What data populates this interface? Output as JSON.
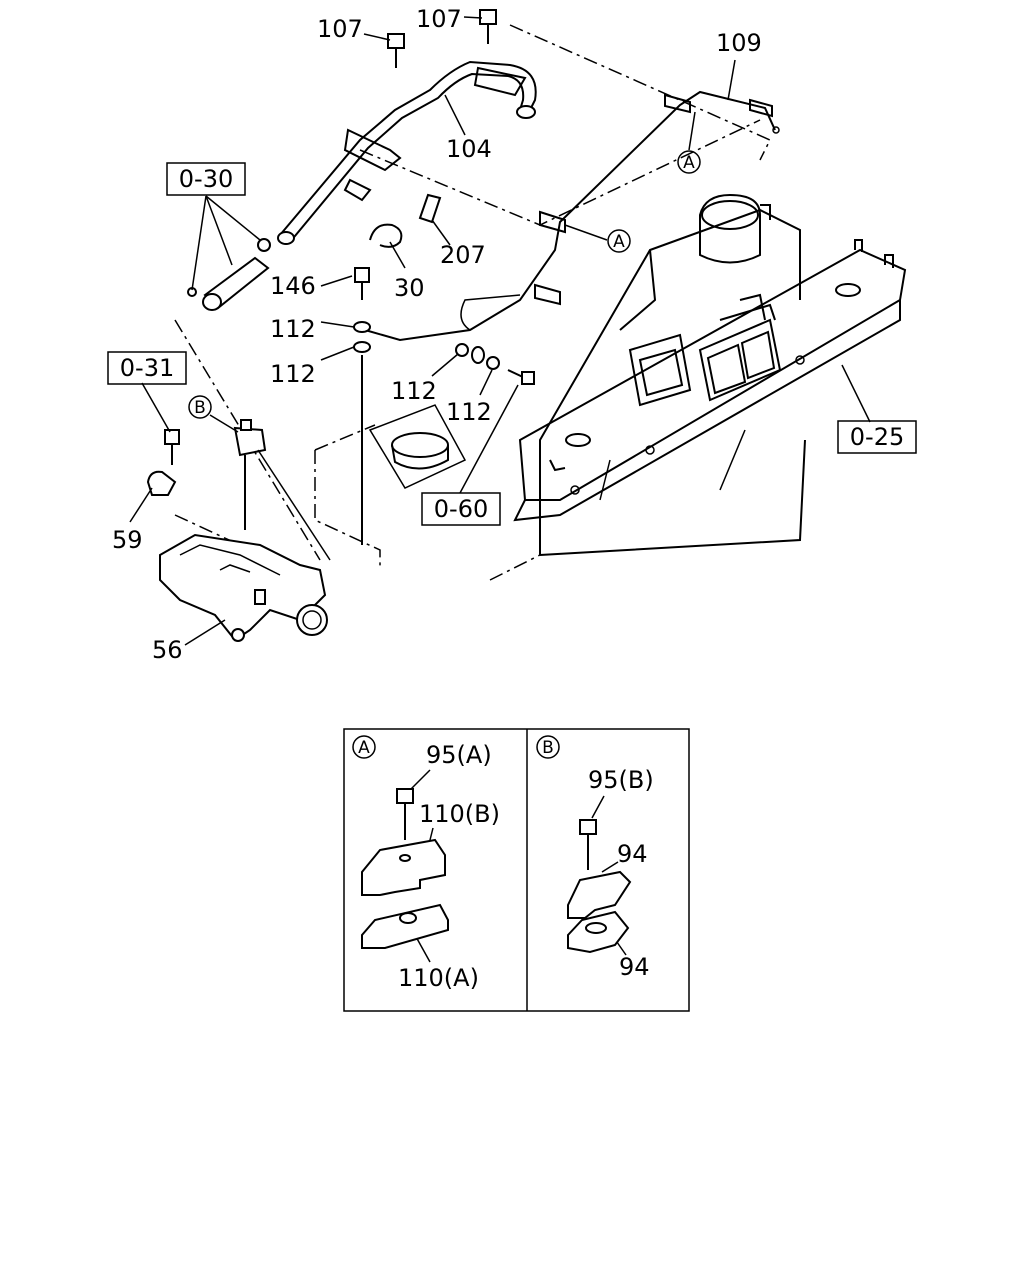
{
  "labels": {
    "p107a": "107",
    "p107b": "107",
    "p109": "109",
    "p104": "104",
    "p207": "207",
    "p30": "30",
    "p146": "146",
    "p112a": "112",
    "p112b": "112",
    "p112c": "112",
    "p112d": "112",
    "p59": "59",
    "p56": "56"
  },
  "refs": {
    "r030": "0-30",
    "r031": "0-31",
    "r060": "0-60",
    "r025": "0-25"
  },
  "circles": {
    "a1": "A",
    "a2": "A",
    "b1": "B"
  },
  "detail_a": {
    "marker": "A",
    "bolt": "95(A)",
    "upper": "110(B)",
    "lower": "110(A)"
  },
  "detail_b": {
    "marker": "B",
    "bolt": "95(B)",
    "upper": "94",
    "lower": "94"
  }
}
